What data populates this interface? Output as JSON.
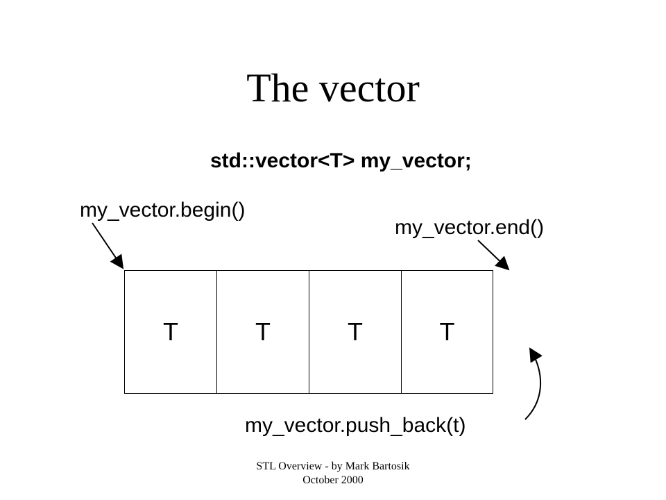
{
  "slide": {
    "title": "The vector",
    "declaration": "std::vector<T> my_vector;",
    "begin_label": "my_vector.begin()",
    "end_label": "my_vector.end()",
    "push_back_label": "my_vector.push_back(t)",
    "cells": [
      "T",
      "T",
      "T",
      "T"
    ],
    "footer_line1": "STL Overview - by Mark Bartosik",
    "footer_line2": "October 2000"
  }
}
